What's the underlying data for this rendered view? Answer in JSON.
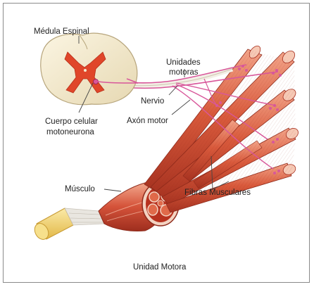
{
  "labels": {
    "medula": "Médula Espinal",
    "unidades_1": "Unidades",
    "unidades_2": "motoras",
    "nervio": "Nervio",
    "axon": "Axón motor",
    "cuerpo_1": "Cuerpo celular",
    "cuerpo_2": "motoneurona",
    "musculo": "Músculo",
    "fibras": "Fibras Musculares"
  },
  "caption": "Unidad Motora",
  "colors": {
    "frame": "#8a8a8a",
    "spinal_cord": "#f4ead0",
    "gray_matter": "#e0462a",
    "muscle": "#d9573a",
    "muscle_dark": "#a83020",
    "muscle_light": "#f09a7c",
    "tendon": "#f2d46a",
    "nerve_pink": "#d8579a",
    "nerve_white": "#f3efe6"
  }
}
